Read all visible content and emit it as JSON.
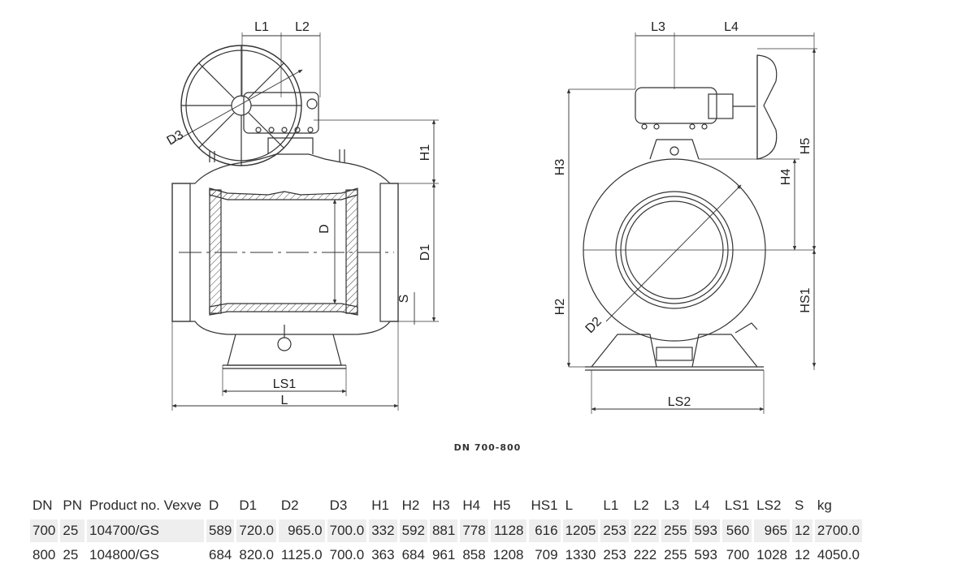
{
  "caption": "DN 700-800",
  "labels": {
    "l1": "L1",
    "l2": "L2",
    "l3": "L3",
    "l4": "L4",
    "d": "D",
    "d1": "D1",
    "d2": "D2",
    "d3": "D3",
    "h1": "H1",
    "h2": "H2",
    "h3": "H3",
    "h4": "H4",
    "h5": "H5",
    "hs1": "HS1",
    "s": "S",
    "ls1": "LS1",
    "ls2": "LS2",
    "l": "L"
  },
  "table": {
    "headers": [
      "DN",
      "PN",
      "Product no. Vexve",
      "D",
      "D1",
      "D2",
      "D3",
      "H1",
      "H2",
      "H3",
      "H4",
      "H5",
      "HS1",
      "L",
      "L1",
      "L2",
      "L3",
      "L4",
      "LS1",
      "LS2",
      "S",
      "kg"
    ],
    "rows": [
      [
        "700",
        "25",
        "104700/GS",
        "589",
        "720.0",
        "965.0",
        "700.0",
        "332",
        "592",
        "881",
        "778",
        "1128",
        "616",
        "1205",
        "253",
        "222",
        "255",
        "593",
        "560",
        "965",
        "12",
        "2700.0"
      ],
      [
        "800",
        "25",
        "104800/GS",
        "684",
        "820.0",
        "1125.0",
        "700.0",
        "363",
        "684",
        "961",
        "858",
        "1208",
        "709",
        "1330",
        "253",
        "222",
        "255",
        "593",
        "700",
        "1028",
        "12",
        "4050.0"
      ]
    ]
  }
}
